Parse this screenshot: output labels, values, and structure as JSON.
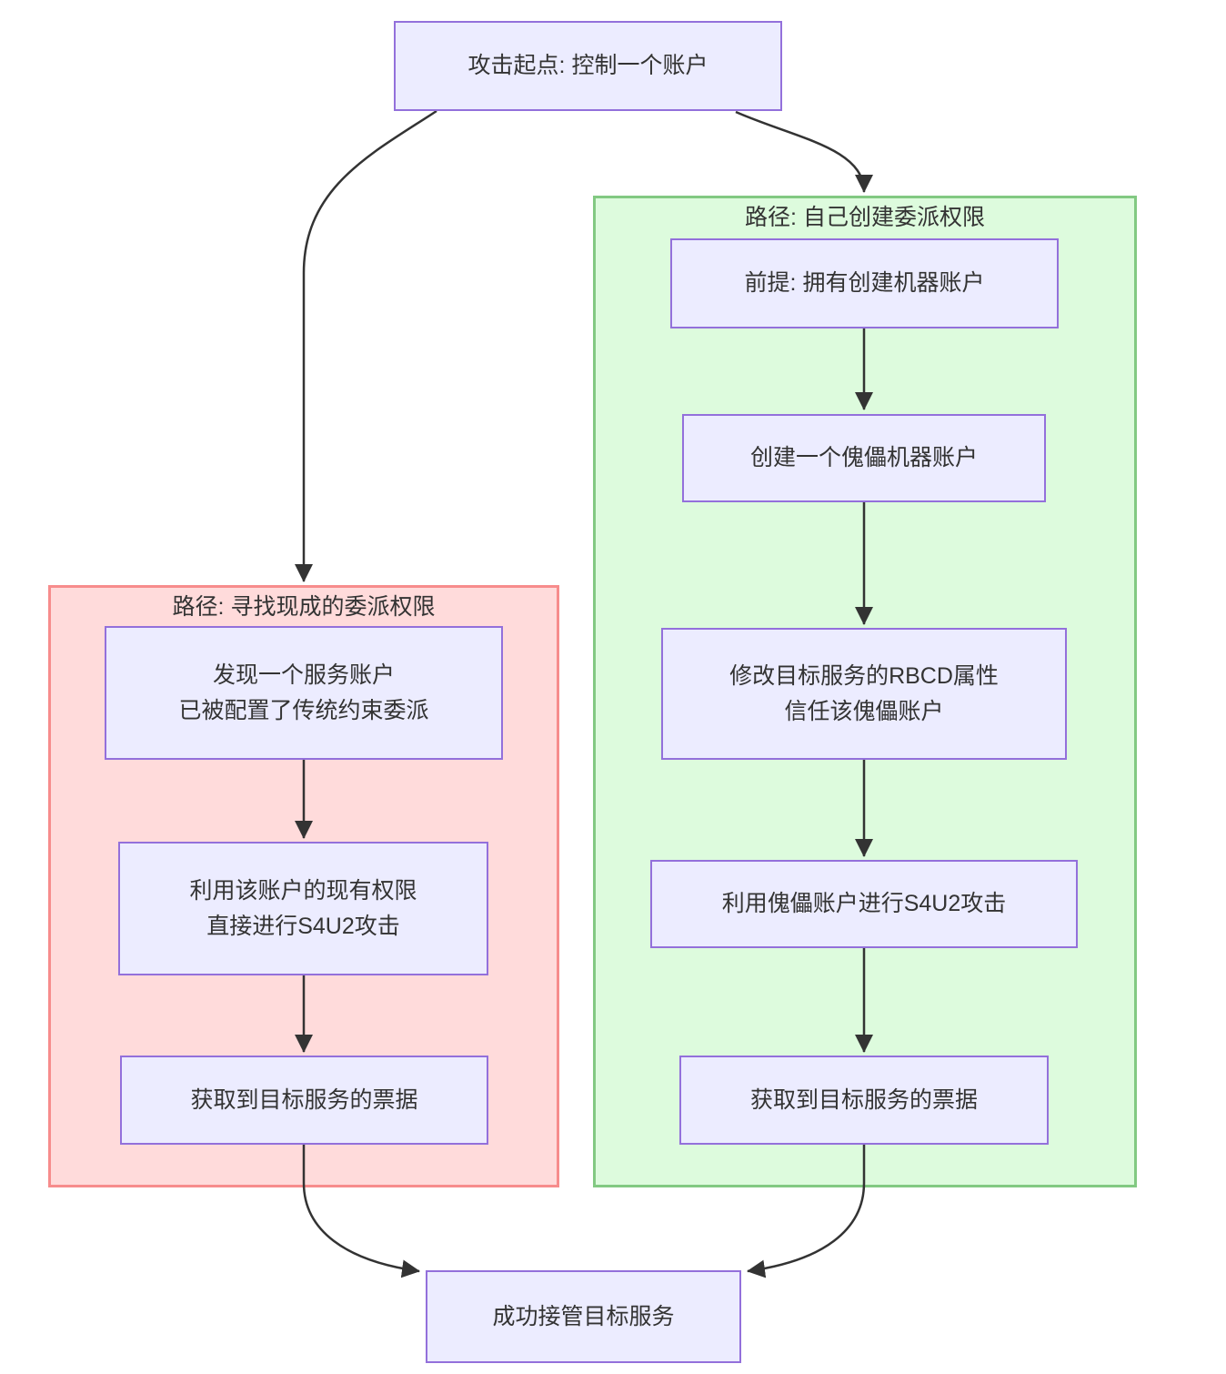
{
  "diagram": {
    "type": "flowchart",
    "start": {
      "label": "攻击起点: 控制一个账户"
    },
    "end": {
      "label": "成功接管目标服务"
    },
    "left_path": {
      "title": "路径: 寻找现成的委派权限",
      "nodes": [
        {
          "label": "发现一个服务账户\n已被配置了传统约束委派"
        },
        {
          "label": "利用该账户的现有权限\n直接进行S4U2攻击"
        },
        {
          "label": "获取到目标服务的票据"
        }
      ]
    },
    "right_path": {
      "title": "路径: 自己创建委派权限",
      "nodes": [
        {
          "label": "前提: 拥有创建机器账户"
        },
        {
          "label": "创建一个傀儡机器账户"
        },
        {
          "label": "修改目标服务的RBCD属性\n信任该傀儡账户"
        },
        {
          "label": "利用傀儡账户进行S4U2攻击"
        },
        {
          "label": "获取到目标服务的票据"
        }
      ]
    },
    "edges": [
      {
        "from": "start",
        "to": "left_path.nodes.0"
      },
      {
        "from": "start",
        "to": "right_path.nodes.0"
      },
      {
        "from": "left_path.nodes.0",
        "to": "left_path.nodes.1"
      },
      {
        "from": "left_path.nodes.1",
        "to": "left_path.nodes.2"
      },
      {
        "from": "right_path.nodes.0",
        "to": "right_path.nodes.1"
      },
      {
        "from": "right_path.nodes.1",
        "to": "right_path.nodes.2"
      },
      {
        "from": "right_path.nodes.2",
        "to": "right_path.nodes.3"
      },
      {
        "from": "right_path.nodes.3",
        "to": "right_path.nodes.4"
      },
      {
        "from": "left_path.nodes.2",
        "to": "end"
      },
      {
        "from": "right_path.nodes.4",
        "to": "end"
      }
    ],
    "colors": {
      "node_fill": "#ececff",
      "node_border": "#9370db",
      "left_fill": "#ffdbdb",
      "left_border": "#f78c8c",
      "right_fill": "#ddfbdd",
      "right_border": "#82c982",
      "edge": "#333333",
      "text": "#333333"
    }
  }
}
